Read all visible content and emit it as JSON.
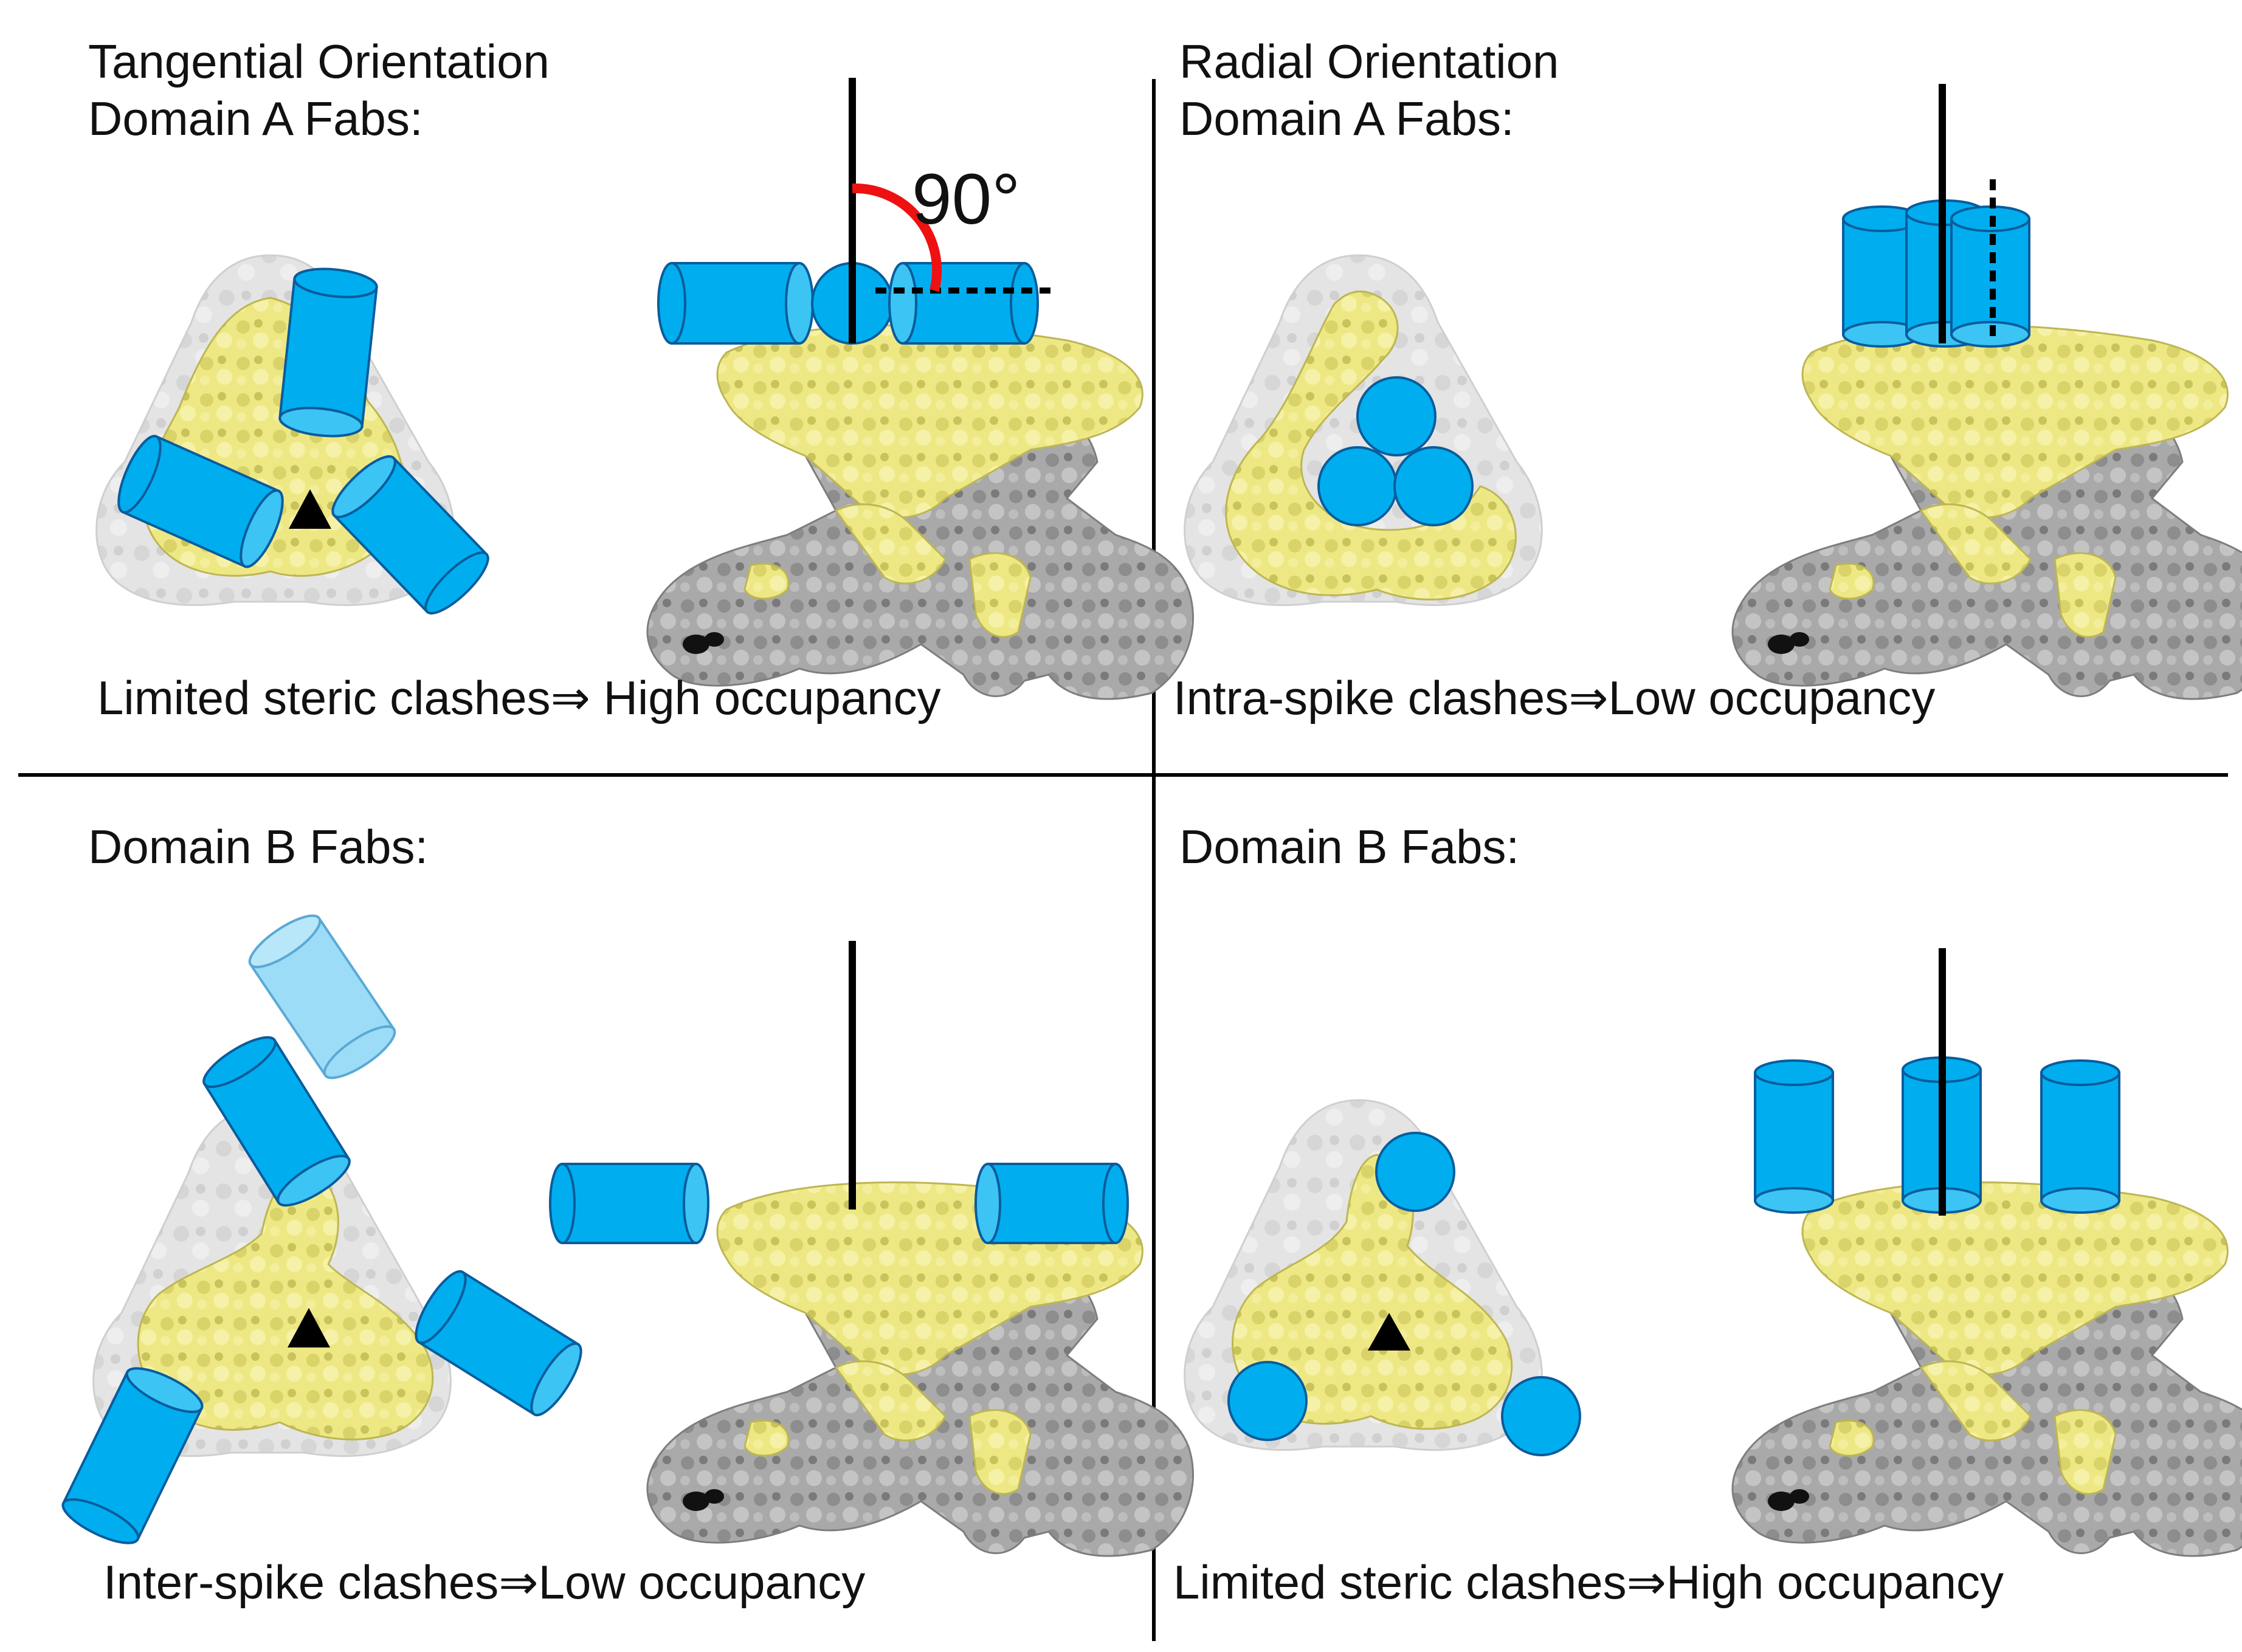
{
  "panels": {
    "top_left": {
      "title_line1": "Tangential Orientation",
      "title_line2": "Domain A Fabs:",
      "angle_label": "90°",
      "caption": "Limited steric clashes⇒ High occupancy"
    },
    "top_right": {
      "title_line1": "Radial Orientation",
      "title_line2": "Domain A Fabs:",
      "caption": "Intra-spike clashes⇒Low occupancy"
    },
    "bottom_left": {
      "title": "Domain B Fabs:",
      "caption": "Inter-spike clashes⇒Low occupancy"
    },
    "bottom_right": {
      "title": "Domain B Fabs:",
      "caption": "Limited steric clashes⇒High occupancy"
    }
  },
  "colors": {
    "fab_fill": "#00aeef",
    "fab_edge": "#0a5c9c",
    "fab_ghost": "#9ddcf7",
    "domain_yellow": "#eee884",
    "protein_gray": "#a9a9a9",
    "protein_light": "#e2e2e2",
    "angle_arc": "#ee1111",
    "axis": "#000000"
  }
}
